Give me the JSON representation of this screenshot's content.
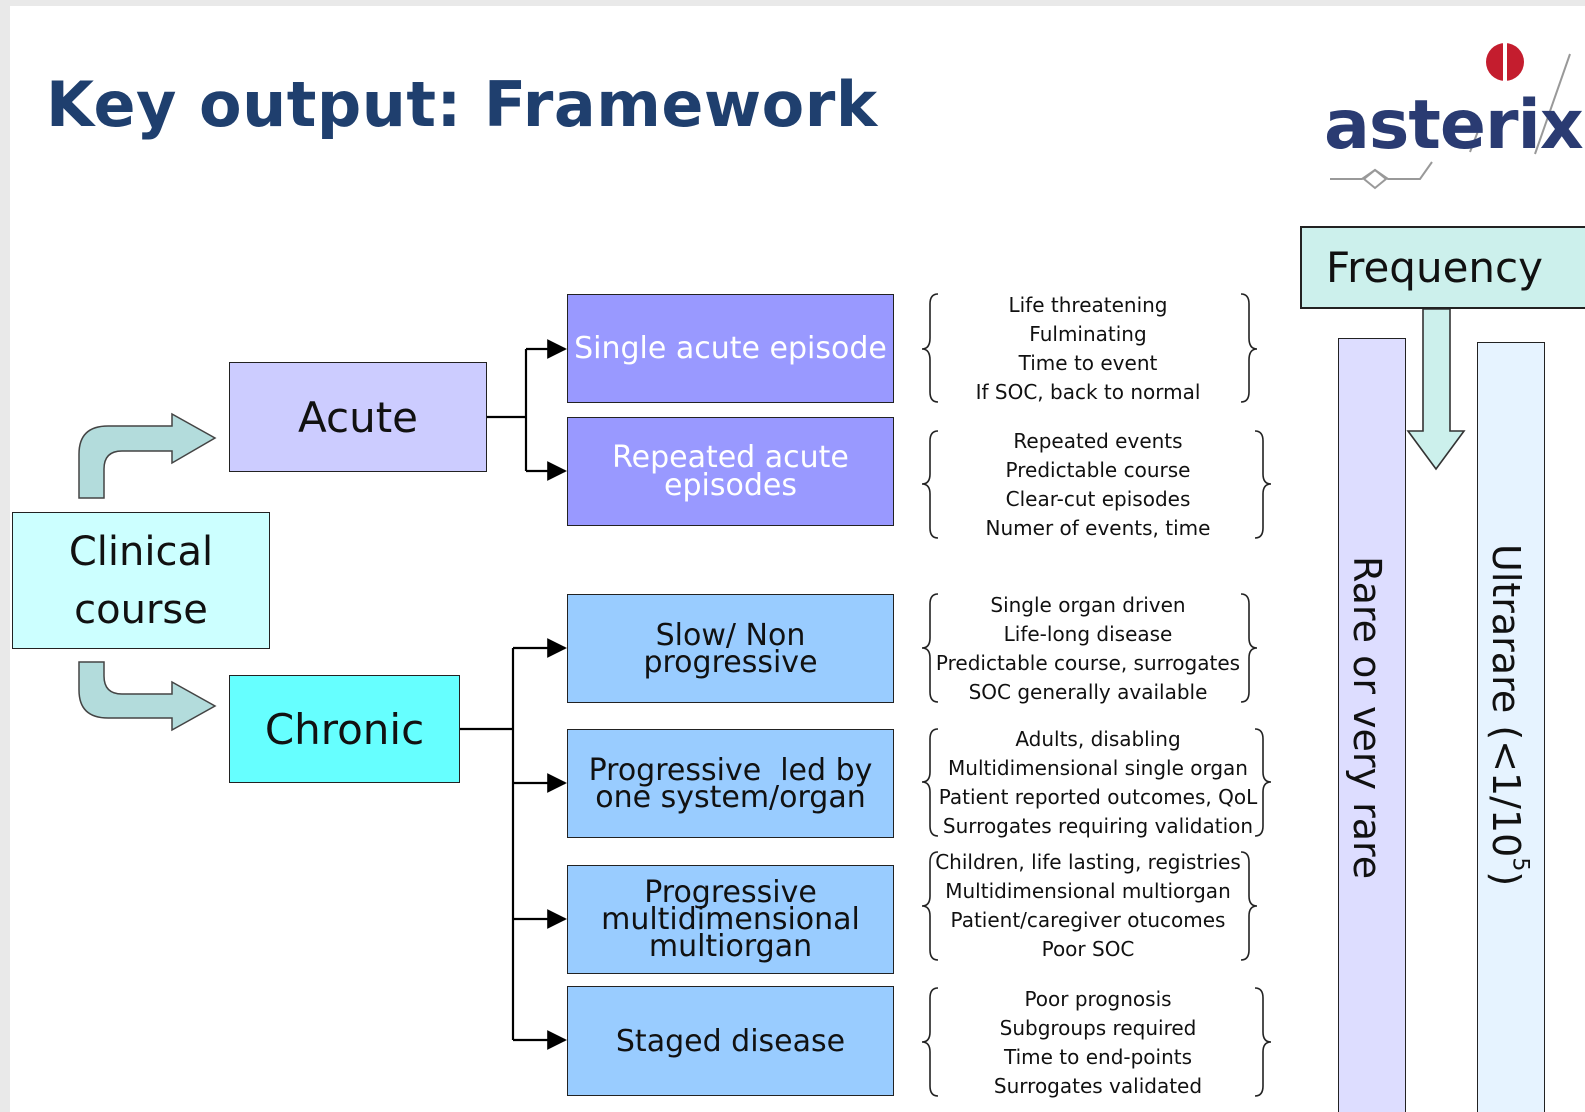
{
  "title": "Key output: Framework",
  "logo": {
    "text": "asterix"
  },
  "colors": {
    "title": "#1f3f6e",
    "clinical_box": "#ccffff",
    "acute_box": "#ccccff",
    "chronic_box": "#66ffff",
    "acute_subtype": "#9999ff",
    "chronic_subtype": "#99ccff",
    "arrow_fill": "#b3dcdc",
    "frequency_box": "#ccf0ec",
    "rare_column": "#ddddff",
    "ultrarare_column": "#e6f3ff",
    "logo_dot": "#c41d2e"
  },
  "root": {
    "line1": "Clinical",
    "line2": "course"
  },
  "acute": {
    "label": "Acute",
    "children": [
      {
        "lines": [
          "Single acute episode"
        ],
        "details": [
          "Life threatening",
          "Fulminating",
          "Time to event",
          "If SOC, back to normal"
        ]
      },
      {
        "lines": [
          "Repeated acute",
          "episodes"
        ],
        "details": [
          "Repeated events",
          "Predictable course",
          "Clear-cut episodes",
          "Numer of events, time"
        ]
      }
    ]
  },
  "chronic": {
    "label": "Chronic",
    "children": [
      {
        "lines": [
          "Slow/ Non",
          "progressive"
        ],
        "details": [
          "Single organ driven",
          "Life-long disease",
          "Predictable course, surrogates",
          "SOC generally available"
        ]
      },
      {
        "lines": [
          "Progressive  led by",
          "one system/organ"
        ],
        "details": [
          "Adults, disabling",
          "Multidimensional single organ",
          "Patient reported outcomes, QoL",
          "Surrogates requiring validation"
        ]
      },
      {
        "lines": [
          "Progressive",
          "multidimensional",
          "multiorgan"
        ],
        "details": [
          "Children, life lasting, registries",
          "Multidimensional multiorgan",
          "Patient/caregiver otucomes",
          "Poor SOC"
        ]
      },
      {
        "lines": [
          "Staged disease"
        ],
        "details": [
          "Poor prognosis",
          "Subgroups required",
          "Time to end-points",
          "Surrogates validated"
        ]
      }
    ]
  },
  "frequency": {
    "label": "Frequency",
    "columns": [
      {
        "label": "Rare or very rare"
      },
      {
        "label_prefix": "Ultrarare  (<1/10",
        "label_sup": "5",
        "label_suffix": ")"
      }
    ]
  }
}
